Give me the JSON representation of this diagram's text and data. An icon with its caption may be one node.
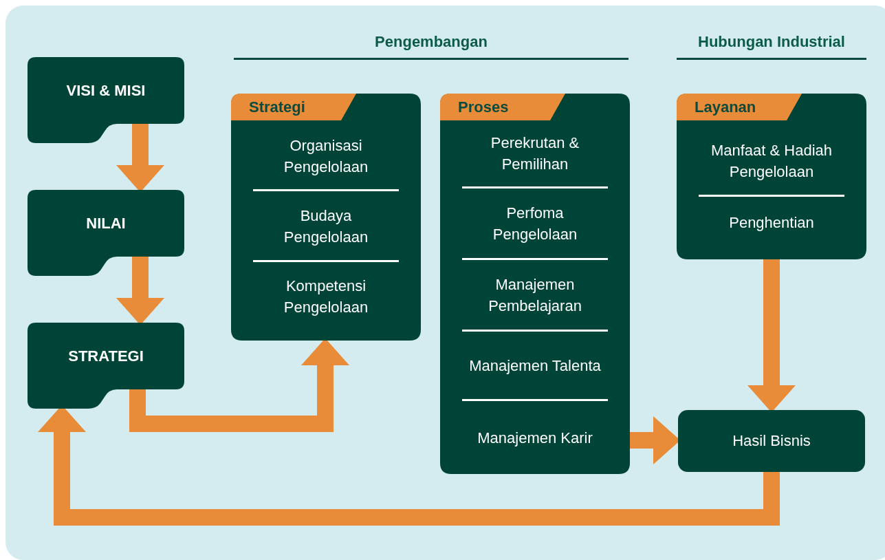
{
  "diagram": {
    "nodes": [
      {
        "text": [
          "VISI & MISI"
        ]
      },
      {
        "text": [
          "NILAI"
        ]
      },
      {
        "text": [
          "STRATEGI"
        ]
      },
      {
        "text": [
          "Strategi",
          "Organisasi Pengelolaan",
          "Budaya Pengelolaan",
          "Kompetensi Pengelolaan"
        ]
      },
      {
        "text": [
          "Proses",
          "Perekrutan & Pemilihan",
          "Perfoma Pengelolaan",
          "Manajemen Pembelajaran",
          "Manajemen Talenta",
          "Manajemen Karir"
        ]
      },
      {
        "text": [
          "Layanan",
          "Manfaat & Hadiah Pengelolaan",
          "Penghentian"
        ]
      },
      {
        "text": [
          "Hasil Bisnis"
        ]
      }
    ],
    "edges": [
      {
        "from": 0,
        "to": 1,
        "arrow": "to"
      },
      {
        "from": 1,
        "to": 2,
        "arrow": "to"
      },
      {
        "from": 2,
        "to": 3,
        "arrow": "to"
      },
      {
        "from": 4,
        "to": 6,
        "arrow": "to"
      },
      {
        "from": 5,
        "to": 6,
        "arrow": "to"
      },
      {
        "from": 6,
        "to": 2,
        "arrow": "to"
      }
    ],
    "labels": [
      "Pengembangan",
      "Hubungan Industrial"
    ]
  }
}
